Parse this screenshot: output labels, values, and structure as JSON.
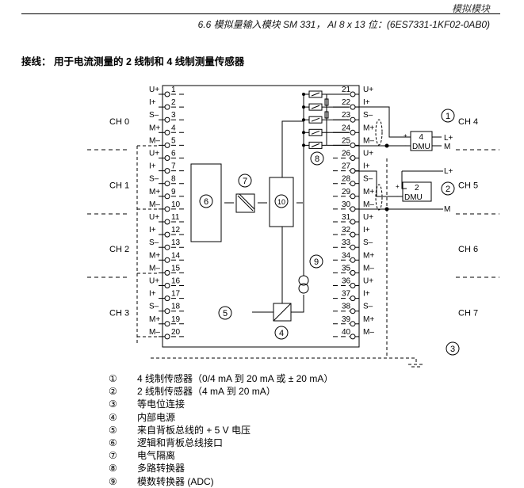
{
  "header": {
    "section": "模拟模块",
    "subtitle": "6.6 模拟量输入模块 SM 331， AI 8 x 13 位：(6ES7331-1KF02-0AB0)"
  },
  "title": "接线： 用于电流测量的 2 线制和 4 线制测量传感器",
  "diagram": {
    "terminal_labels": [
      "U+",
      "I+",
      "S–",
      "M+",
      "M–"
    ],
    "channels_left": [
      "CH 0",
      "CH 1",
      "CH 2",
      "CH 3"
    ],
    "channels_right": [
      "CH 4",
      "CH 5",
      "CH 6",
      "CH 7"
    ],
    "dmu4": {
      "num": "4",
      "label": "DMU",
      "lplus": "L+",
      "m": "M",
      "plus": "+",
      "minus": "-"
    },
    "dmu2": {
      "num": "2",
      "label": "DMU",
      "lplus": "L+",
      "m": "M",
      "plus": "+",
      "minus": "-"
    },
    "callouts": [
      "1",
      "2",
      "3",
      "4",
      "5",
      "6",
      "7",
      "8",
      "9",
      "10"
    ]
  },
  "legend": [
    {
      "num": "①",
      "text": "4 线制传感器（0/4 mA 到 20 mA 或 ± 20 mA）"
    },
    {
      "num": "②",
      "text": "2 线制传感器（4 mA 到 20 mA）"
    },
    {
      "num": "③",
      "text": "等电位连接"
    },
    {
      "num": "④",
      "text": "内部电源"
    },
    {
      "num": "⑤",
      "text": "来自背板总线的 + 5 V 电压"
    },
    {
      "num": "⑥",
      "text": "逻辑和背板总线接口"
    },
    {
      "num": "⑦",
      "text": "电气隔离"
    },
    {
      "num": "⑧",
      "text": "多路转换器"
    },
    {
      "num": "⑨",
      "text": "模数转换器 (ADC)"
    }
  ]
}
